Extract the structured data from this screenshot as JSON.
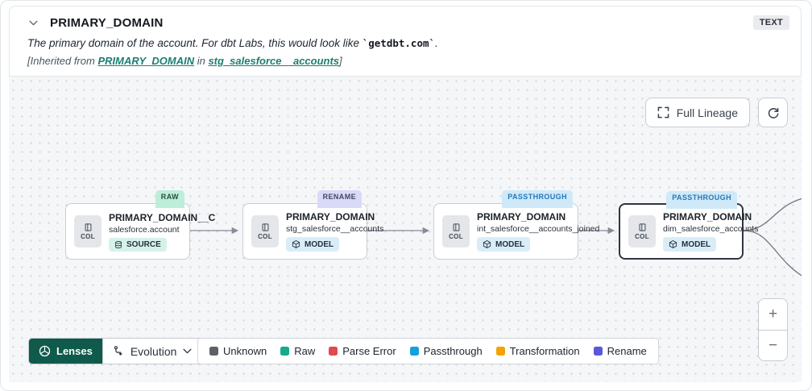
{
  "header": {
    "title": "PRIMARY_DOMAIN",
    "type_badge": "TEXT",
    "desc_prefix": "The primary domain of the account. For dbt Labs, this would look like ",
    "desc_code": "`getdbt.com`",
    "desc_suffix": ".",
    "inh_prefix": "[Inherited from ",
    "inh_link1": "PRIMARY_DOMAIN",
    "inh_mid": " in ",
    "inh_link2": "stg_salesforce__accounts",
    "inh_suffix": "]"
  },
  "toolbar": {
    "full_lineage": "Full Lineage"
  },
  "nodes": [
    {
      "badge": "RAW",
      "title": "PRIMARY_DOMAIN__C",
      "subtitle": "salesforce.account",
      "kind": "SOURCE",
      "col": "COL"
    },
    {
      "badge": "RENAME",
      "title": "PRIMARY_DOMAIN",
      "subtitle": "stg_salesforce__accounts",
      "kind": "MODEL",
      "col": "COL"
    },
    {
      "badge": "PASSTHROUGH",
      "title": "PRIMARY_DOMAIN",
      "subtitle": "int_salesforce__accounts_joined",
      "kind": "MODEL",
      "col": "COL"
    },
    {
      "badge": "PASSTHROUGH",
      "title": "PRIMARY_DOMAIN",
      "subtitle": "dim_salesforce_accounts",
      "kind": "MODEL",
      "col": "COL"
    }
  ],
  "lenses": {
    "label": "Lenses",
    "selected": "Evolution"
  },
  "legend": {
    "items": [
      {
        "label": "Unknown",
        "color": "#5d6066"
      },
      {
        "label": "Raw",
        "color": "#17ab8a"
      },
      {
        "label": "Parse Error",
        "color": "#e14a4e"
      },
      {
        "label": "Passthrough",
        "color": "#14a0da"
      },
      {
        "label": "Transformation",
        "color": "#f3a306"
      },
      {
        "label": "Rename",
        "color": "#5a57d9"
      }
    ]
  },
  "zoom": {
    "in": "+",
    "out": "−"
  }
}
